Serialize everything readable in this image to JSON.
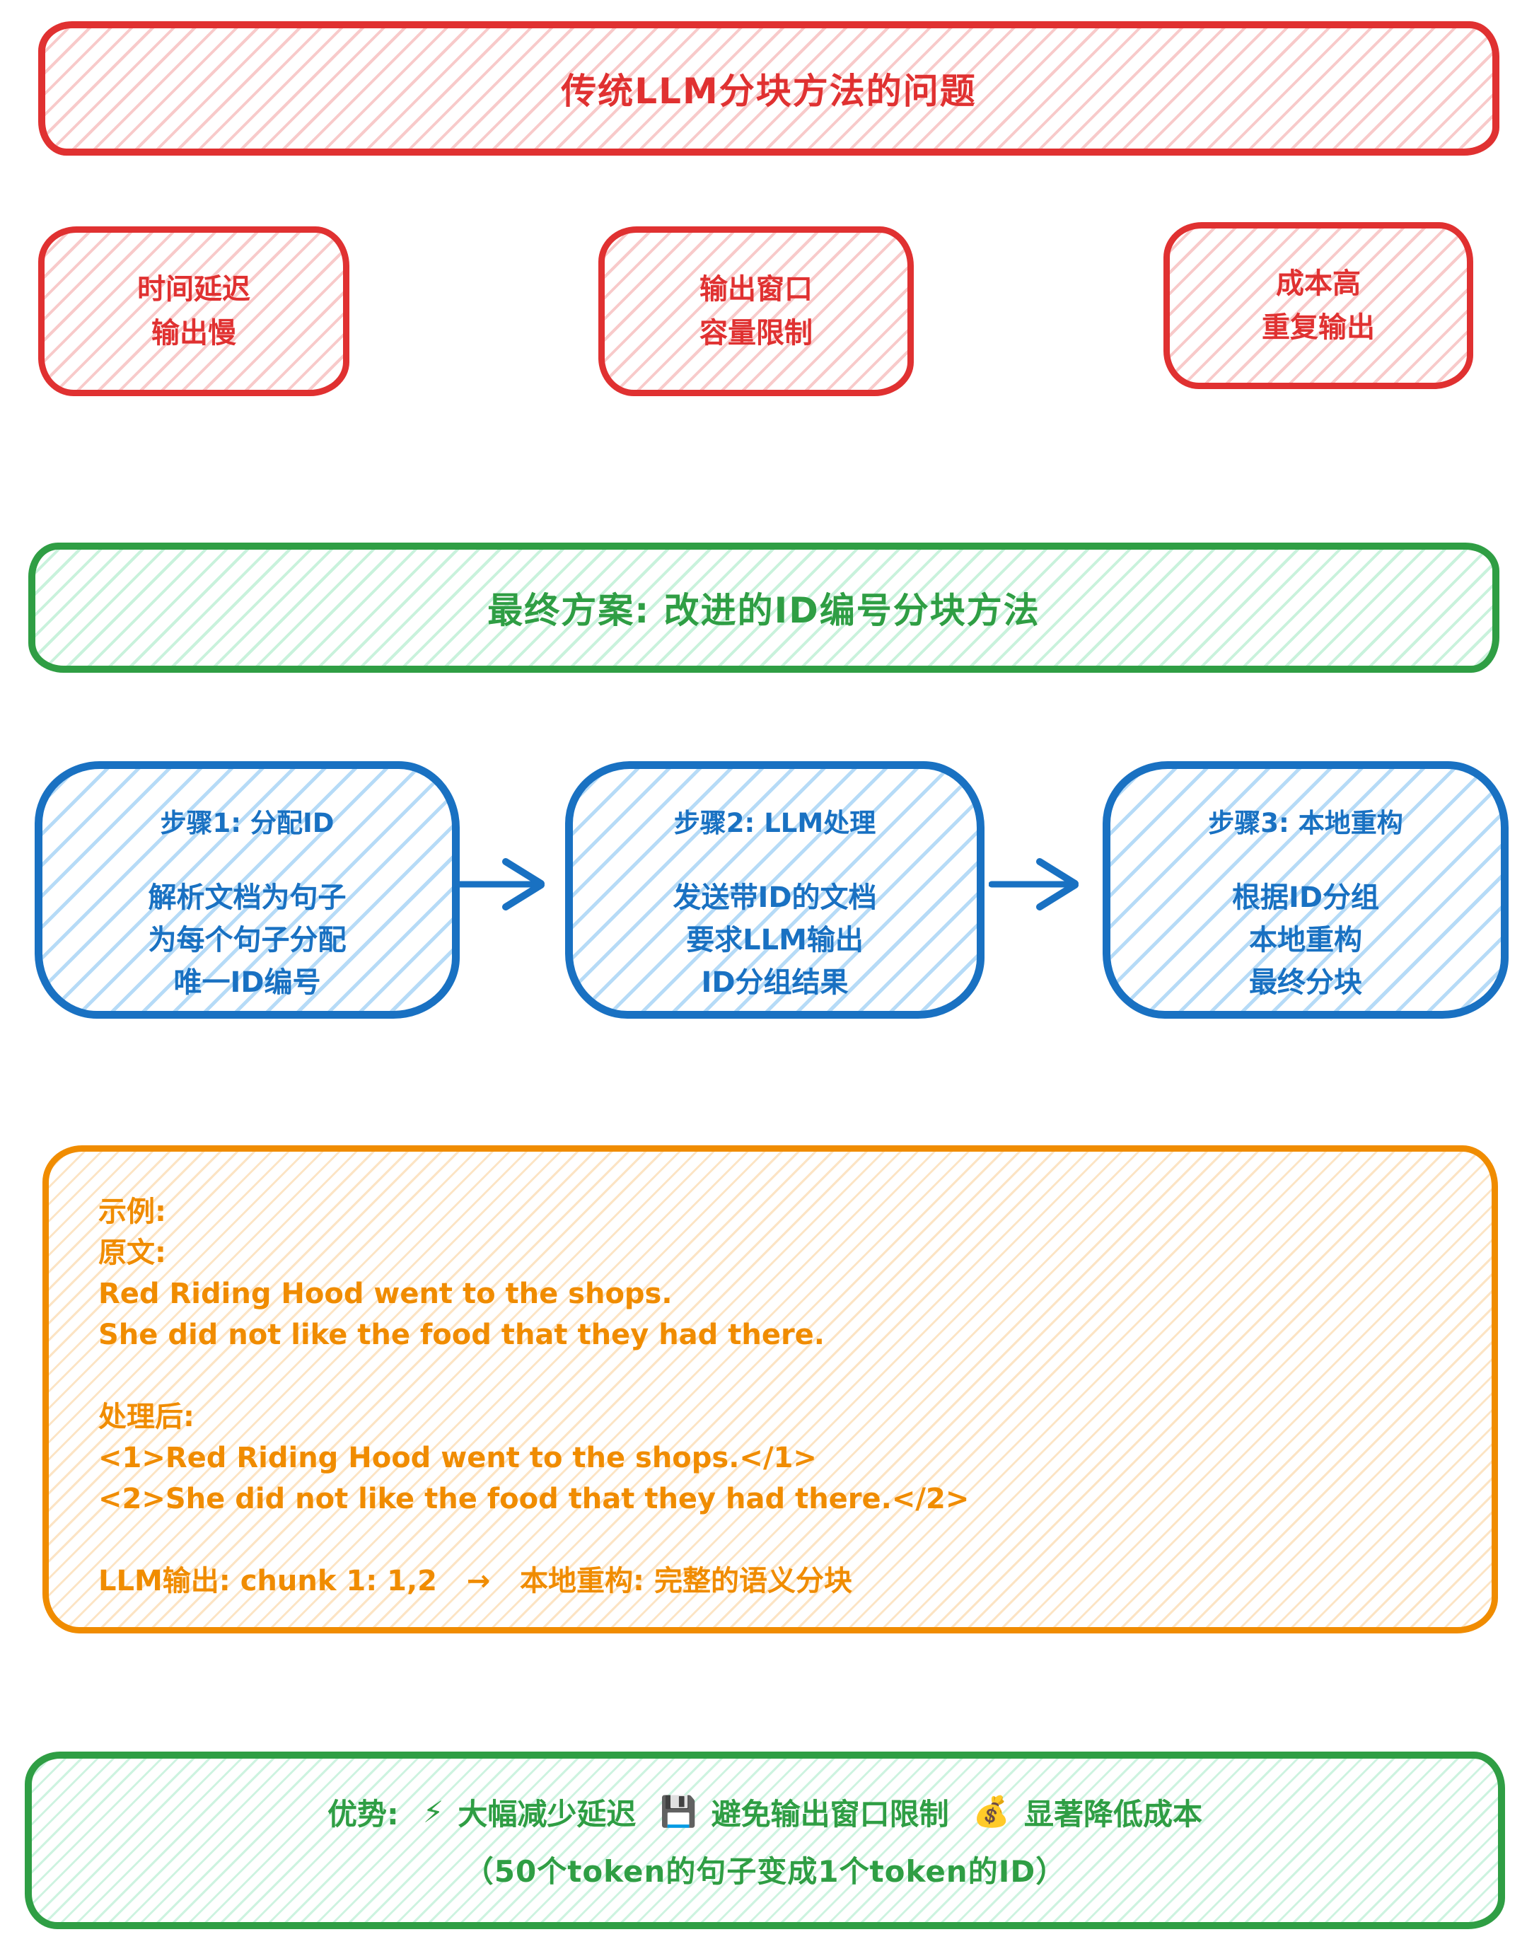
{
  "colors": {
    "red_stroke": "#e03131",
    "red_hatch": "#f8caca",
    "green_stroke": "#2f9e44",
    "green_hatch": "#c9f2dc",
    "blue_stroke": "#1971c2",
    "blue_hatch": "#b6dbf7",
    "orange_stroke": "#f08c00",
    "orange_hatch": "#fce4c4",
    "background": "#ffffff"
  },
  "problem": {
    "title": "传统LLM分块方法的问题",
    "cards": [
      {
        "line1": "时间延迟",
        "line2": "输出慢"
      },
      {
        "line1": "输出窗口",
        "line2": "容量限制"
      },
      {
        "line1": "成本高",
        "line2": "重复输出"
      }
    ]
  },
  "solution": {
    "title": "最终方案: 改进的ID编号分块方法",
    "steps": [
      {
        "title": "步骤1: 分配ID",
        "lines": [
          "解析文档为句子",
          "为每个句子分配",
          "唯一ID编号"
        ]
      },
      {
        "title": "步骤2: LLM处理",
        "lines": [
          "发送带ID的文档",
          "要求LLM输出",
          "ID分组结果"
        ]
      },
      {
        "title": "步骤3: 本地重构",
        "lines": [
          "根据ID分组",
          "本地重构",
          "最终分块"
        ]
      }
    ]
  },
  "example": {
    "lines": [
      "示例:",
      "原文:",
      "Red Riding Hood went to the shops.",
      "She did not like the food that they had there.",
      "",
      "处理后:",
      "<1>Red Riding Hood went to the shops.</1>",
      "<2>She did not like the food that they had there.</2>",
      "",
      "LLM输出: chunk 1: 1,2   →   本地重构: 完整的语义分块"
    ]
  },
  "benefits": {
    "prefix": "优势:",
    "items": [
      {
        "icon": "⚡",
        "text": "大幅减少延迟"
      },
      {
        "icon": "💾",
        "text": "避免输出窗口限制"
      },
      {
        "icon": "💰",
        "text": "显著降低成本"
      }
    ],
    "note": "（50个token的句子变成1个token的ID）"
  }
}
